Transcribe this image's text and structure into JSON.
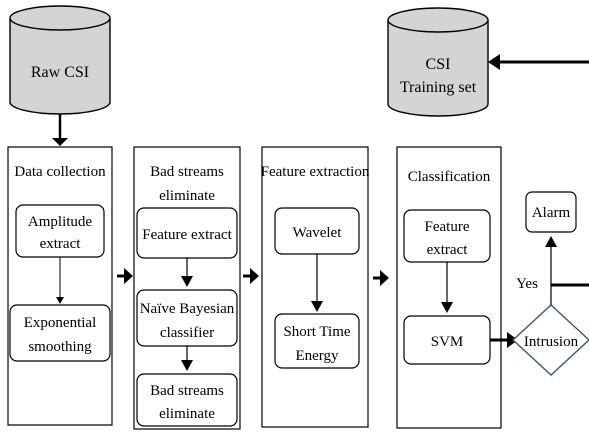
{
  "databases": {
    "raw": {
      "label": "Raw CSI"
    },
    "training": {
      "label_line1": "CSI",
      "label_line2": "Training set"
    }
  },
  "stages": {
    "collection": {
      "title": "Data collection",
      "box1": [
        "Amplitude",
        "extract"
      ],
      "box2": [
        "Exponential",
        "smoothing"
      ]
    },
    "bad_streams": {
      "title": [
        "Bad streams",
        "eliminate"
      ],
      "box1": [
        "Feature extract"
      ],
      "box2": [
        "Naïve Bayesian",
        "classifier"
      ],
      "box3": [
        "Bad streams",
        "eliminate"
      ]
    },
    "feature_extraction": {
      "title": "Feature extraction",
      "box1": [
        "Wavelet"
      ],
      "box2": [
        "Short Time",
        "Energy"
      ]
    },
    "classification": {
      "title": "Classification",
      "box1": [
        "Feature",
        "extract"
      ],
      "box2": [
        "SVM"
      ]
    }
  },
  "decision": {
    "label": "Intrusion",
    "yes_label": "Yes",
    "output": "Alarm"
  },
  "colors": {
    "database_fill": "#d4d4d4",
    "decision_stroke": "#2f5f7f",
    "line": "#000000"
  }
}
